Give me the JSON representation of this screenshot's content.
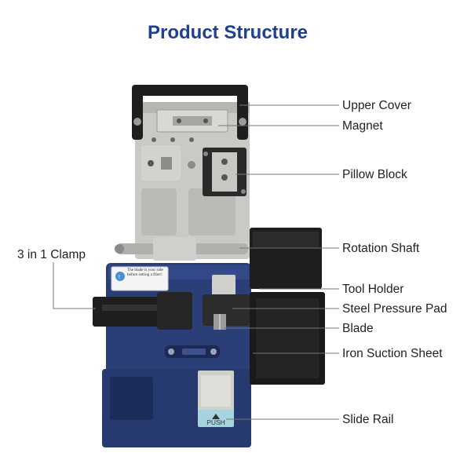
{
  "title": "Product Structure",
  "colors": {
    "title": "#1f3f8f",
    "base_blue": "#2a3f78",
    "metal": "#c9c9c6",
    "black": "#1e1e1e",
    "push_button": "#a6d4de"
  },
  "sticker_text": "The blade is your side before setting a fiber!",
  "push_label": "PUSH",
  "labels": [
    {
      "id": "upper-cover",
      "text": "Upper Cover"
    },
    {
      "id": "magnet",
      "text": "Magnet"
    },
    {
      "id": "pillow-block",
      "text": "Pillow Block"
    },
    {
      "id": "rotation-shaft",
      "text": "Rotation Shaft"
    },
    {
      "id": "tool-holder",
      "text": "Tool Holder"
    },
    {
      "id": "steel-pressure-pad",
      "text": "Steel Pressure Pad"
    },
    {
      "id": "blade",
      "text": "Blade"
    },
    {
      "id": "iron-suction-sheet",
      "text": "Iron Suction Sheet"
    },
    {
      "id": "slide-rail",
      "text": "Slide Rail"
    },
    {
      "id": "clamp",
      "text": "3 in 1 Clamp"
    }
  ]
}
